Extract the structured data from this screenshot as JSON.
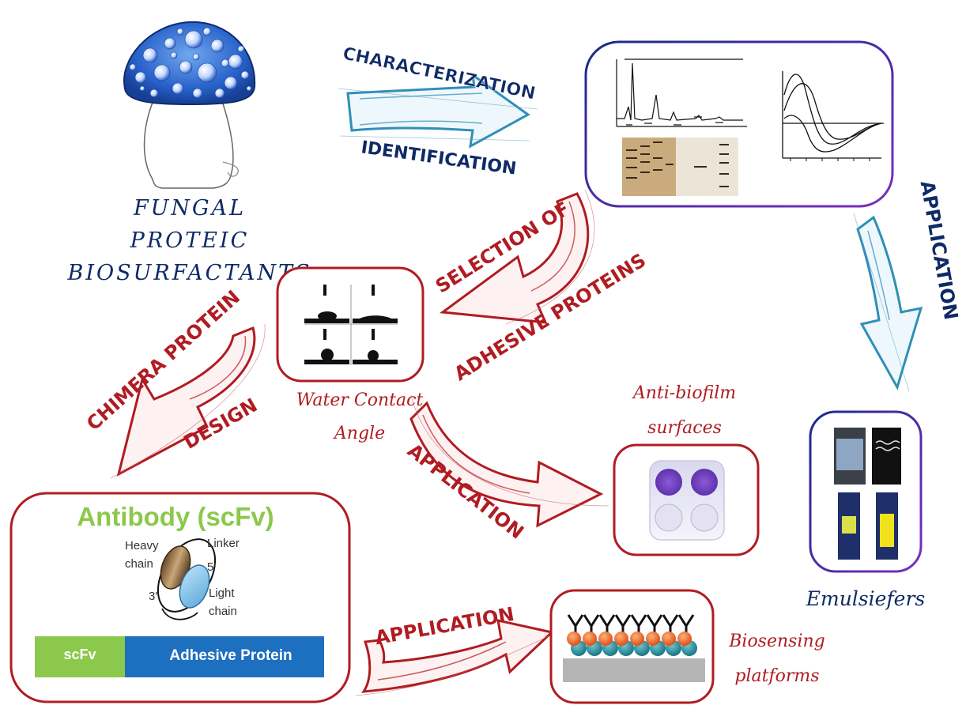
{
  "title": {
    "line1": "FUNGAL",
    "line2": "PROTEIC",
    "line3": "BIOSURFACTANTS"
  },
  "arrows": {
    "characterization": "CHARACTERIZATION",
    "identification": "IDENTIFICATION",
    "application_right": "APPLICATION",
    "selection_of": "SELECTION OF",
    "adhesive_proteins": "ADHESIVE PROTEINS",
    "chimera_protein": "CHIMERA PROTEIN",
    "design": "DESIGN",
    "application_middle": "APPLICATION",
    "application_bottom": "APPLICATION"
  },
  "captions": {
    "water_contact_line1": "Water Contact",
    "water_contact_line2": "Angle",
    "antibiofilm_line1": "Anti-biofilm",
    "antibiofilm_line2": "surfaces",
    "emulsifiers": "Emulsiefers",
    "biosensing_line1": "Biosensing",
    "biosensing_line2": "platforms"
  },
  "antibody": {
    "title": "Antibody (scFv)",
    "heavy_1": "Heavy",
    "heavy_2": "chain",
    "linker": "Linker",
    "five_prime": "5′",
    "three_prime": "3′",
    "light_1": "Light",
    "light_2": "chain",
    "scfv": "scFv",
    "adhesive_protein": "Adhesive Protein"
  },
  "colors": {
    "navy": "#0f2a66",
    "red": "#b01c22",
    "teal": "#2f8fb8",
    "green": "#8cc84b",
    "blue_bar": "#1d6fc0",
    "box_blue": "#2a2a9a",
    "box_purple": "#7c2fbf"
  },
  "icons": [
    "fungus-icon",
    "chromatography-icon",
    "gel-icon",
    "cd-spectrum-icon",
    "water-drop-icon",
    "well-plate-icon",
    "emulsion-vial-icon",
    "biosensor-icon",
    "scfv-icon"
  ]
}
